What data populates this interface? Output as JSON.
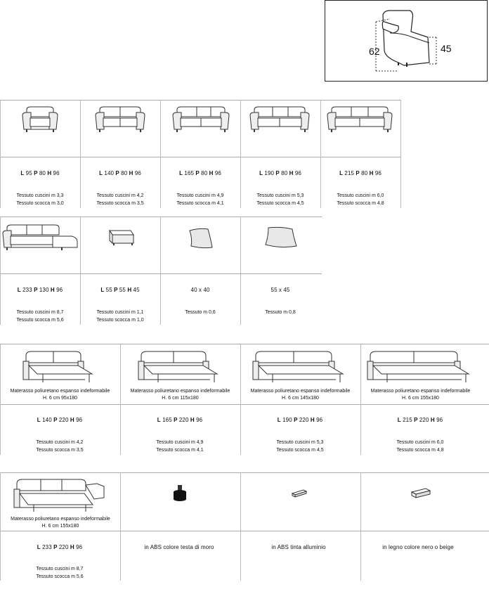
{
  "profile": {
    "height_label": "62",
    "depth_label": "45"
  },
  "row1": [
    {
      "L": "95",
      "P": "80",
      "H": "96",
      "cushion": "Tessuto cuscini m 3,3",
      "frame": "Tessuto scocca m 3,0"
    },
    {
      "L": "140",
      "P": "80",
      "H": "96",
      "cushion": "Tessuto cuscini m 4,2",
      "frame": "Tessuto scocca m 3,5"
    },
    {
      "L": "165",
      "P": "80",
      "H": "96",
      "cushion": "Tessuto cuscini m 4,9",
      "frame": "Tessuto scocca m 4,1"
    },
    {
      "L": "190",
      "P": "80",
      "H": "96",
      "cushion": "Tessuto cuscini m 5,3",
      "frame": "Tessuto scocca m 4,5"
    },
    {
      "L": "215",
      "P": "80",
      "H": "96",
      "cushion": "Tessuto cuscini m 6,0",
      "frame": "Tessuto scocca m 4,8"
    }
  ],
  "row2": [
    {
      "L": "233",
      "P": "130",
      "H": "96",
      "cushion": "Tessuto cuscini m 8,7",
      "frame": "Tessuto scocca m 5,6"
    },
    {
      "L": "55",
      "P": "55",
      "H": "45",
      "cushion": "Tessuto cuscini m 1,1",
      "frame": "Tessuto scocca m 1,0"
    },
    {
      "size": "40 x 40",
      "fabric": "Tessuto m 0,6"
    },
    {
      "size": "55 x 45",
      "fabric": "Tessuto m 0,8"
    }
  ],
  "mattress_label": "Materasso poliuretano espanso indeformabile",
  "row3": [
    {
      "mattress": "H. 6 cm 95x180",
      "L": "140",
      "P": "220",
      "H": "96",
      "cushion": "Tessuto cuscini m 4,2",
      "frame": "Tessuto scocca m 3,5"
    },
    {
      "mattress": "H. 6 cm 115x180",
      "L": "165",
      "P": "220",
      "H": "96",
      "cushion": "Tessuto cuscini m 4,9",
      "frame": "Tessuto scocca m 4,1"
    },
    {
      "mattress": "H. 6 cm 145x180",
      "L": "190",
      "P": "220",
      "H": "96",
      "cushion": "Tessuto cuscini m 5,3",
      "frame": "Tessuto scocca m 4,5"
    },
    {
      "mattress": "H. 6 cm 155x180",
      "L": "215",
      "P": "220",
      "H": "96",
      "cushion": "Tessuto cuscini m 6,0",
      "frame": "Tessuto scocca m 4,8"
    }
  ],
  "row4": {
    "sofabed": {
      "mattress": "H. 6 cm 155x180",
      "L": "233",
      "P": "220",
      "H": "96",
      "cushion": "Tessuto cuscini m 8,7",
      "frame": "Tessuto scocca m 5,6"
    },
    "feet": [
      {
        "text": "in ABS colore testa di moro"
      },
      {
        "text": "in ABS tinta alluminio"
      },
      {
        "text": "in legno colore nero o beige"
      }
    ]
  },
  "labels": {
    "L": "L",
    "P": "P",
    "H": "H"
  }
}
